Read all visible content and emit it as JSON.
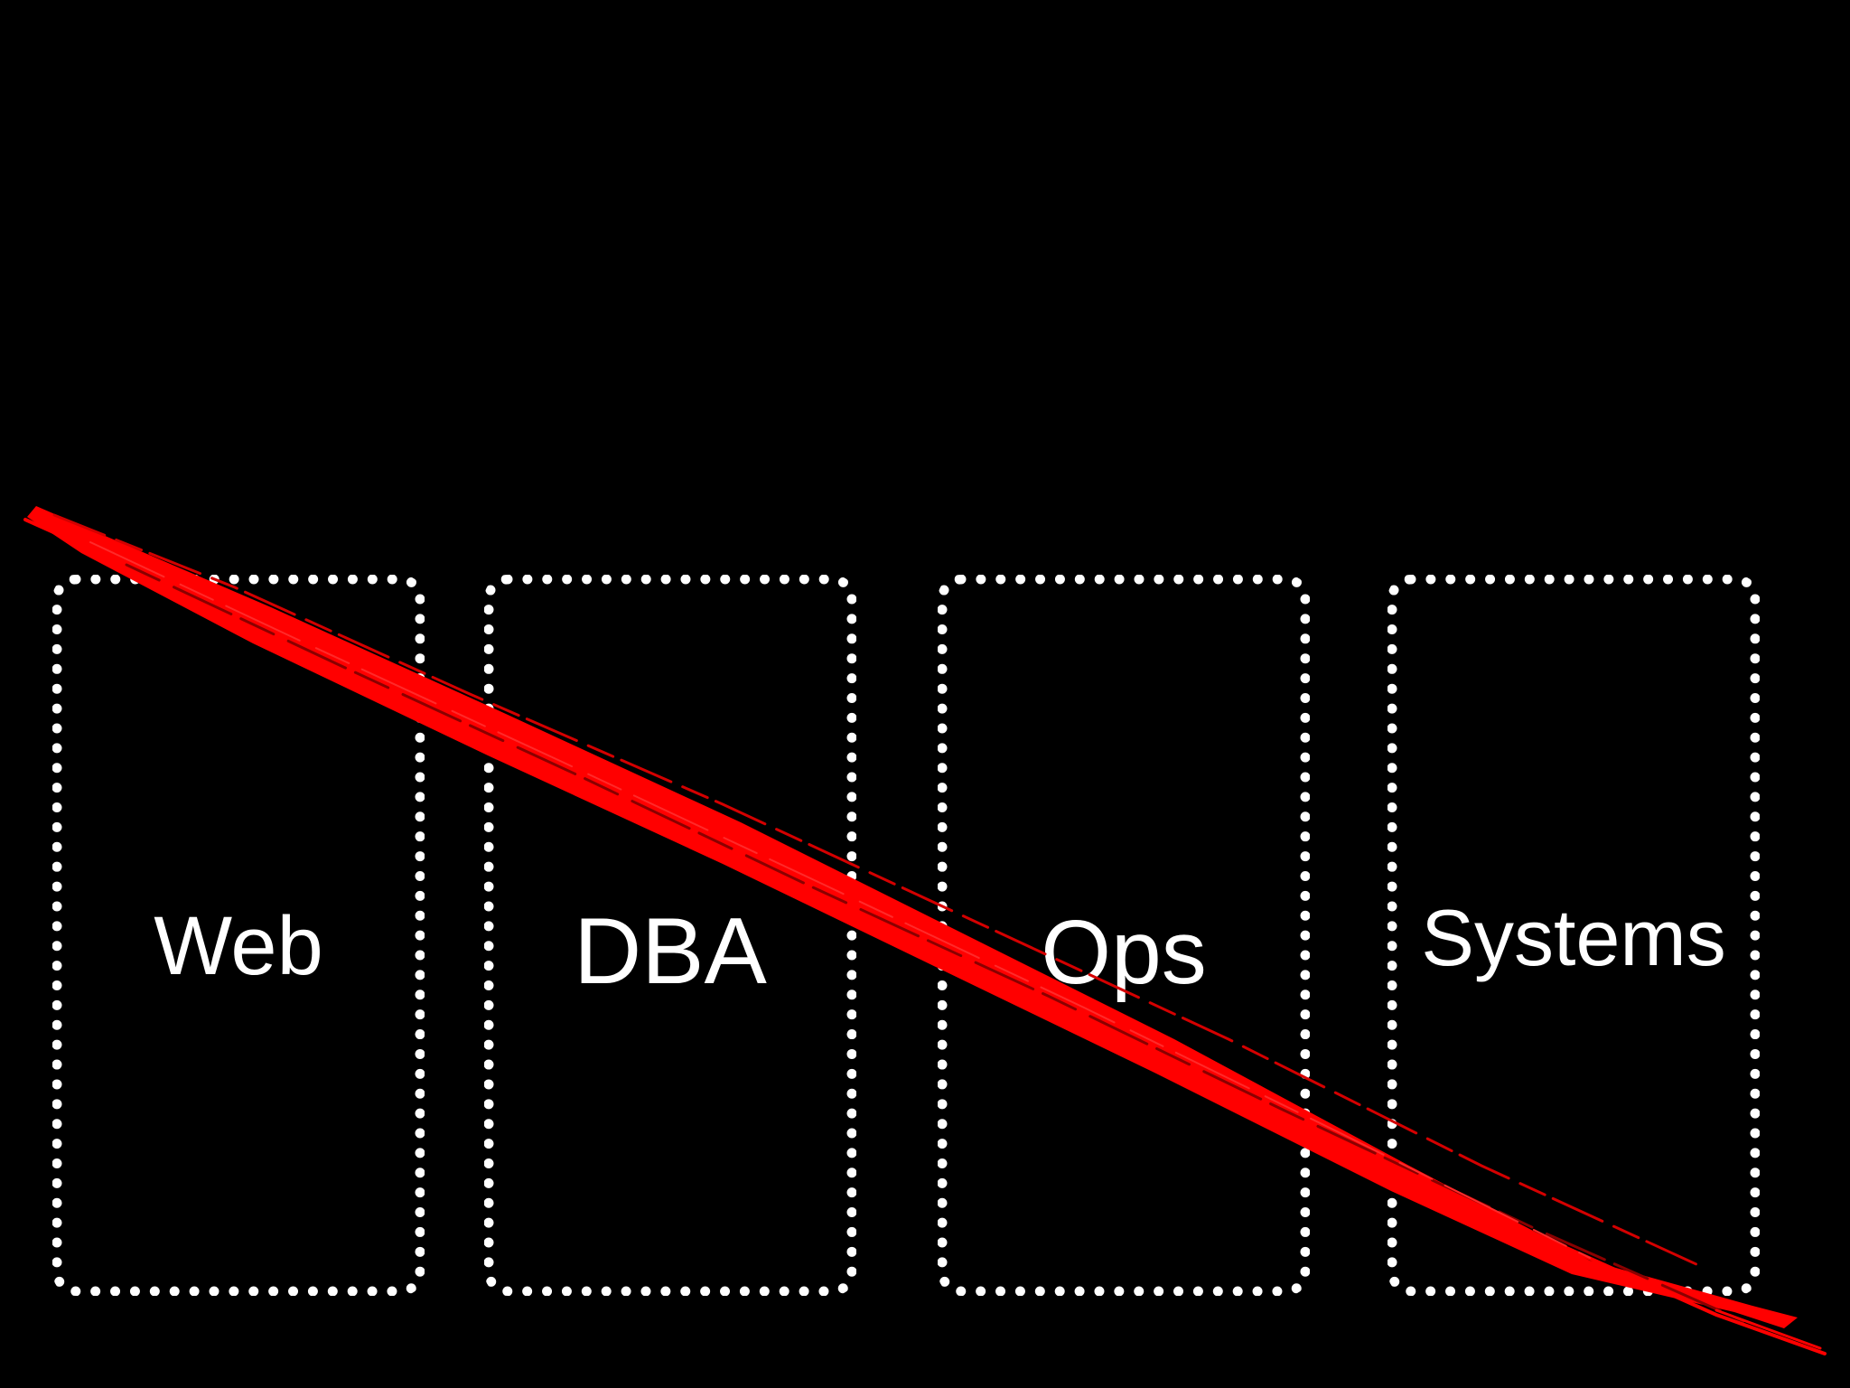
{
  "silos": [
    {
      "label": "Web"
    },
    {
      "label": "DBA"
    },
    {
      "label": "Ops"
    },
    {
      "label": "Systems"
    }
  ],
  "colors": {
    "background": "#000000",
    "silo_border": "#ffffff",
    "label_text": "#ffffff",
    "strike": "#ff0000"
  }
}
